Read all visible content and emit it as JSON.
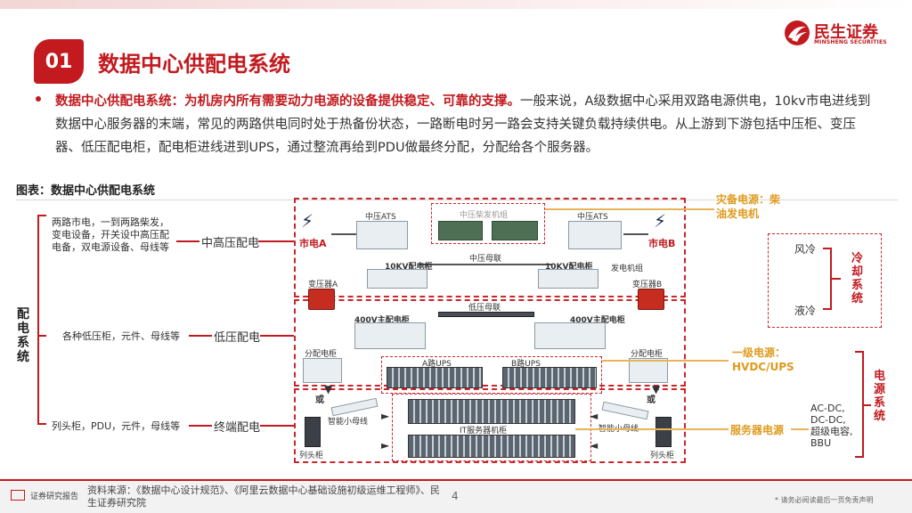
{
  "header": {
    "section_number": "01",
    "title": "数据中心供配电系统",
    "logo_cn": "民生证券",
    "logo_en": "MINSHENG SECURITIES"
  },
  "body": {
    "highlight": "数据中心供配电系统：为机房内所有需要动力电源的设备提供稳定、可靠的支撑。",
    "text": "一般来说，A级数据中心采用双路电源供电，10kv市电进线到数据中心服务器的末端，常见的两路供电同时处于热备份状态，一路断电时另一路会支持关键负载持续供电。从上游到下游包括中压柜、变压器、低压配电柜，配电柜进线进到UPS，通过整流再给到PDU做最终分配，分配给各个服务器。"
  },
  "figure": {
    "title": "图表：数据中心供配电系统",
    "left_group": "配电系统",
    "levels": [
      {
        "desc": "两路市电，一到两路柴发，变电设备，开关设中高压配电备，双电源设备、母线等",
        "desc_lines": [
          "两路市电，一到两路柴发，",
          "变电设备，开关设中高压配",
          "电备，双电源设备、母线等"
        ],
        "label": "中高压配电"
      },
      {
        "desc": "各种低压柜，元件、母线等",
        "label": "低压配电"
      },
      {
        "desc": "列头柜，PDU，元件，母线等",
        "label": "终端配电"
      }
    ],
    "diagram_labels": {
      "grid_a": "市电A",
      "grid_b": "市电B",
      "mv_ats_left": "中压ATS",
      "mv_ats_right": "中压ATS",
      "mv_gen": "中压柴发机组",
      "mv_bus_tie": "中压母联",
      "kv10_left": "10KV配电柜",
      "kv10_right": "10KV配电柜",
      "gen_unit": "发电机组",
      "transformer_a": "变压器A",
      "transformer_b": "变压器B",
      "lv_bus_tie": "低压母联",
      "lv_main_left": "400V主配电柜",
      "lv_main_right": "400V主配电柜",
      "dist_left": "分配电柜",
      "dist_right": "分配电柜",
      "ups_a": "A路UPS",
      "ups_b": "B路UPS",
      "or_left": "或",
      "or_right": "或",
      "busway_left": "智能小母线",
      "busway_right": "智能小母线",
      "it_rack": "IT服务器机柜",
      "head_left": "列头柜",
      "head_right": "列头柜"
    },
    "backup_power": "灾备电源：柴油发电机",
    "primary_power": "一级电源：HVDC/UPS",
    "server_power": "服务器电源",
    "cooling_system": "冷却系统",
    "cooling_items": [
      "风冷",
      "液冷"
    ],
    "power_system": "电源系统",
    "power_items": [
      "AC-DC,",
      "DC-DC,",
      "超级电容,",
      "BBU"
    ]
  },
  "footer": {
    "report_label": "证券研究报告",
    "source": "资料来源：《数据中心设计规范》、《阿里云数据中心基础设施初级运维工程师》、民生证券研究院",
    "page_number": "4",
    "disclaimer": "* 请务必阅读最后一页免责声明"
  },
  "colors": {
    "brand_red": "#c21a1f",
    "accent_gold": "#e09a1c"
  }
}
